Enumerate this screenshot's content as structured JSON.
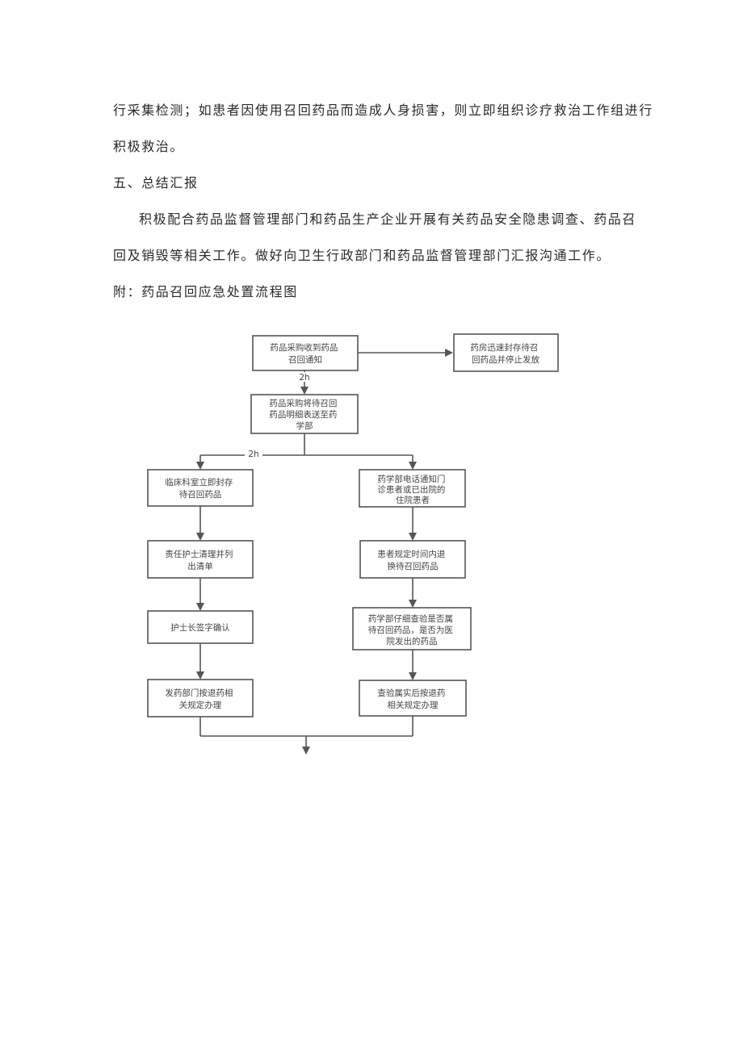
{
  "document": {
    "para1_line1": "行采集检测；如患者因使用召回药品而造成人身损害，则立即组织诊疗救治工作组进行",
    "para1_line2": "积极救治。",
    "section_heading": "五、总结汇报",
    "para2_line1": "积极配合药品监督管理部门和药品生产企业开展有关药品安全隐患调查、药品召",
    "para2_line2": "回及销毁等相关工作。做好向卫生行政部门和药品监督管理部门汇报沟通工作。",
    "attachment_title": "附：药品召回应急处置流程图"
  },
  "flowchart": {
    "start": [
      "药品采购收到药品",
      "召回通知"
    ],
    "pharmacy": [
      "药房迅速封存待召",
      "回药品并停止发放"
    ],
    "submit": [
      "药品采购将待召回",
      "药品明细表送至药",
      "学部"
    ],
    "time_1": "2h",
    "time_2": "2h",
    "left_branch": [
      {
        "lines": [
          "临床科室立即封存",
          "待召回药品"
        ]
      },
      {
        "lines": [
          "责任护士清理并列",
          "出清单"
        ]
      },
      {
        "lines": [
          "护士长签字确认"
        ]
      },
      {
        "lines": [
          "发药部门按退药相",
          "关规定办理"
        ]
      }
    ],
    "right_branch": [
      {
        "lines": [
          "药学部电话通知门",
          "诊患者或已出院的",
          "住院患者"
        ]
      },
      {
        "lines": [
          "患者规定时间内退",
          "换待召回药品"
        ]
      },
      {
        "lines": [
          "药学部仔细查验是否属",
          "待召回药品，是否为医",
          "院发出的药品"
        ]
      },
      {
        "lines": [
          "查验属实后按退药",
          "相关规定办理"
        ]
      }
    ]
  }
}
